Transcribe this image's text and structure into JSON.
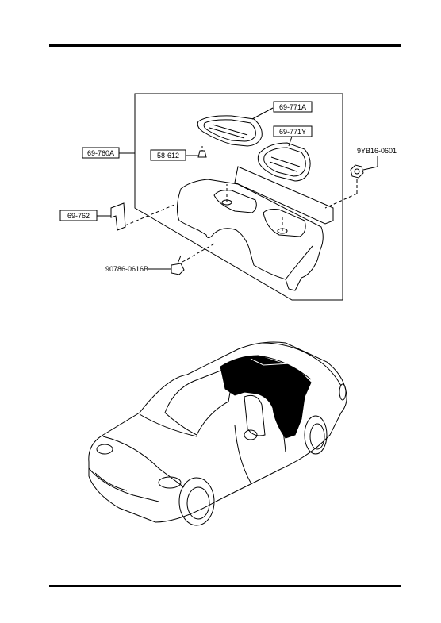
{
  "labels": {
    "visor_a": "69-771A",
    "visor_y": "69-771Y",
    "panel_assy": "69-760A",
    "clip": "58-612",
    "nut": "9YB16-0601",
    "bracket": "69-762",
    "bolt": "90786-0616B"
  }
}
